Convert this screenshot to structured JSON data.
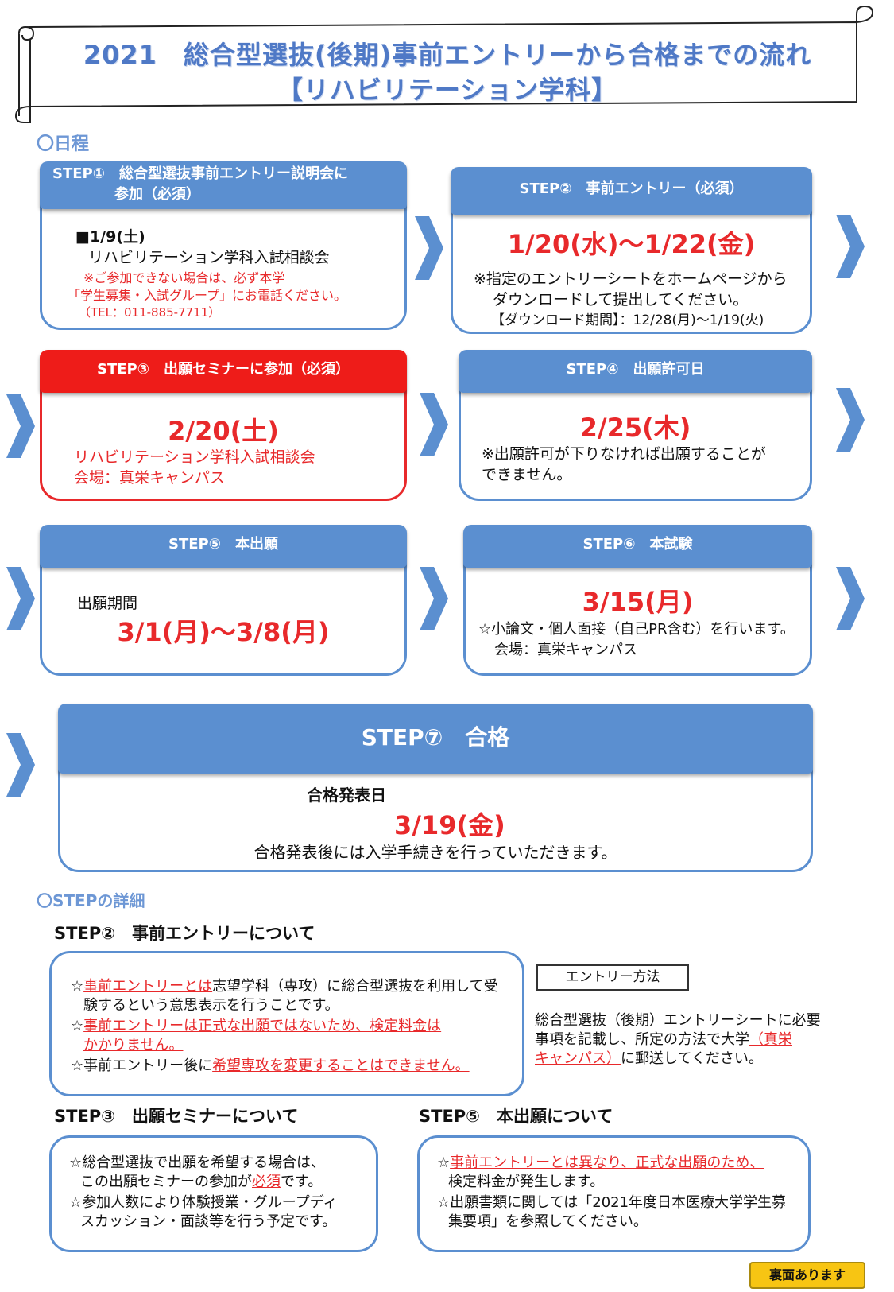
{
  "header": {
    "title_line1": "2021　総合型選抜(後期)事前エントリーから合格までの流れ",
    "title_line2": "【リハビリテーション学科】"
  },
  "schedule_heading": "〇日程",
  "steps": {
    "s1": {
      "head_line1": "STEP①　総合型選抜事前エントリー説明会に",
      "head_line2": "参加（必須）",
      "date_line": "■1/9(土)",
      "line1": "リハビリテーション学科入試相談会",
      "note1": "※ご参加できない場合は、必ず本学",
      "note2": "「学生募集・入試グループ」にお電話ください。",
      "note3": "（TEL：011-885-7711）"
    },
    "s2": {
      "head": "STEP②　事前エントリー（必須）",
      "date": "1/20(水)～1/22(金)",
      "line1": "※指定のエントリーシートをホームページから",
      "line2": "ダウンロードして提出してください。",
      "line3": "【ダウンロード期間】：12/28(月)～1/19(火)"
    },
    "s3": {
      "head": "STEP③　出願セミナーに参加（必須）",
      "date": "2/20(土)",
      "line1": "リハビリテーション学科入試相談会",
      "line2": "会場：真栄キャンパス"
    },
    "s4": {
      "head": "STEP④　出願許可日",
      "date": "2/25(木)",
      "line1": "※出願許可が下りなければ出願することが",
      "line2": "できません。"
    },
    "s5": {
      "head": "STEP⑤　本出願",
      "label": "出願期間",
      "date": "3/1(月)～3/8(月)"
    },
    "s6": {
      "head": "STEP⑥　本試験",
      "date": "3/15(月)",
      "line1": "☆小論文・個人面接（自己PR含む）を行います。",
      "line2": "会場：真栄キャンパス"
    },
    "s7": {
      "head": "STEP⑦　合格",
      "label": "合格発表日",
      "date": "3/19(金)",
      "line1": "合格発表後には入学手続きを行っていただきます。"
    }
  },
  "details_heading": "〇STEPの詳細",
  "details": {
    "d2": {
      "title": "STEP②　事前エントリーについて",
      "l1_star": "☆",
      "l1_red": "事前エントリーとは",
      "l1_rest": "志望学科（専攻）に総合型選抜を利用して受",
      "l2": "験するという意思表示を行うことです。",
      "l3_star": "☆",
      "l3_red": "事前エントリーは正式な出願ではないため、検定料金は",
      "l4_red": "かかりません。",
      "l5_pre": "☆事前エントリー後に",
      "l5_red": "希望専攻を変更することはできません。"
    },
    "method": {
      "button": "エントリー方法",
      "l1": "総合型選抜（後期）エントリーシートに必要",
      "l2_pre": "事項を記載し、所定の方法で大学",
      "l2_red": "（真栄",
      "l3_red": "キャンパス）",
      "l3_rest": "に郵送してください。"
    },
    "d3": {
      "title": "STEP③　出願セミナーについて",
      "l1": "☆総合型選抜で出願を希望する場合は、",
      "l2_pre": "この出願セミナーの参加が",
      "l2_red": "必須",
      "l2_rest": "です。",
      "l3": "☆参加人数により体験授業・グループディ",
      "l4": "スカッション・面談等を行う予定です。"
    },
    "d5": {
      "title": "STEP⑤　本出願について",
      "l1_star": "☆",
      "l1_red": "事前エントリーとは異なり、正式な出願のため、",
      "l2": "検定料金が発生します。",
      "l3": "☆出願書類に関しては「2021年度日本医療大学学生募",
      "l4": "集要項」を参照してください。"
    }
  },
  "back_label": "裏面あります",
  "colors": {
    "accent_blue": "#5b8fd0",
    "red": "#e8292b",
    "title_blue": "#4f79c6",
    "yellow": "#f7c513"
  }
}
